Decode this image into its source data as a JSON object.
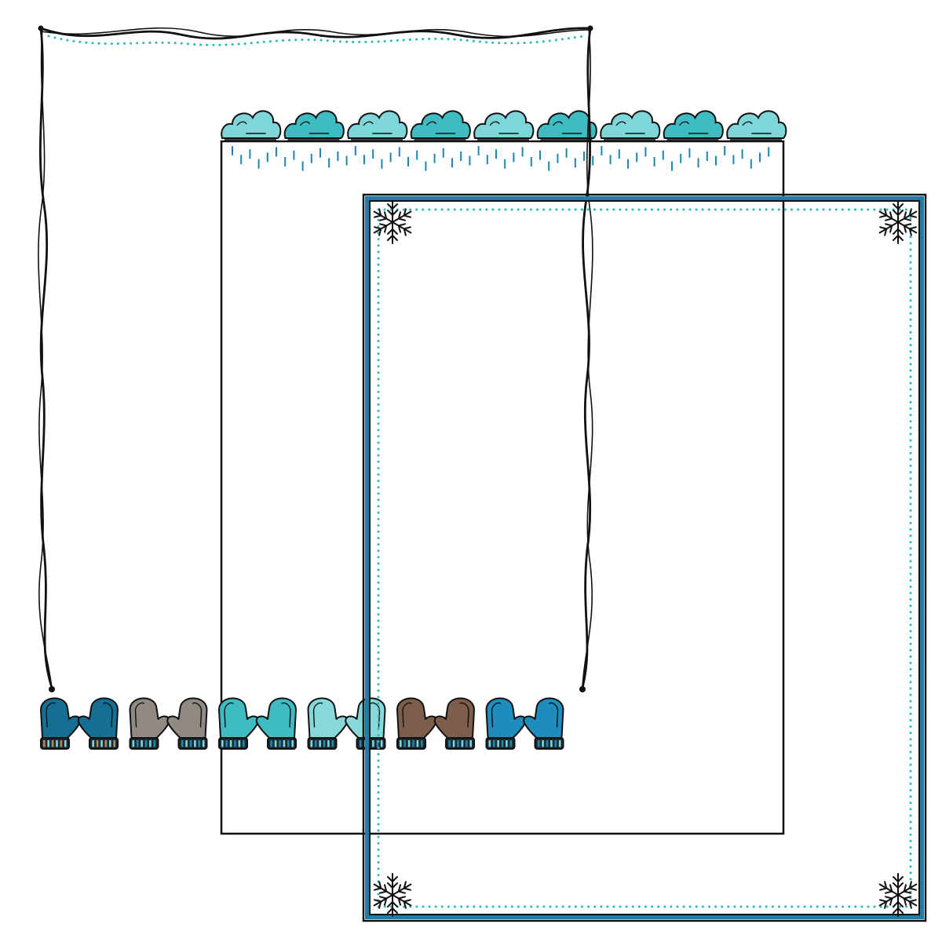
{
  "artwork": {
    "kind": "winter-themed stationery borders",
    "pages": [
      {
        "name": "wavy-mitten-page",
        "decoration": "mittens"
      },
      {
        "name": "cloud-rain-page",
        "decoration": "rain-clouds"
      },
      {
        "name": "snowflake-frame-page",
        "decoration": "snowflakes"
      }
    ]
  },
  "colors": {
    "ink": "#111111",
    "teal_dots": "#2bb8be",
    "frame_blue": "#1a7fa6",
    "rain": "#1e86b0",
    "cloud_light": "#7fd6d8",
    "cloud_dark": "#3fbcc2",
    "paper": "#ffffff"
  },
  "clouds": {
    "count": 9,
    "colors": [
      "#7fd6d8",
      "#3fbcc2"
    ]
  },
  "mittens": {
    "pairs": [
      {
        "color": "#156e94",
        "cuff": "mixed-stripe"
      },
      {
        "color": "#918a82",
        "cuff": "blue-stripe"
      },
      {
        "color": "#3fbcc2",
        "cuff": "blue-stripe"
      },
      {
        "color": "#86d8d9",
        "cuff": "blue-stripe"
      },
      {
        "color": "#7c5e4a",
        "cuff": "blue-stripe"
      },
      {
        "color": "#1e8cbd",
        "cuff": "blue-stripe"
      }
    ]
  },
  "snowflakes": {
    "count": 4,
    "placement": [
      "top-left",
      "top-right",
      "bottom-left",
      "bottom-right"
    ]
  }
}
